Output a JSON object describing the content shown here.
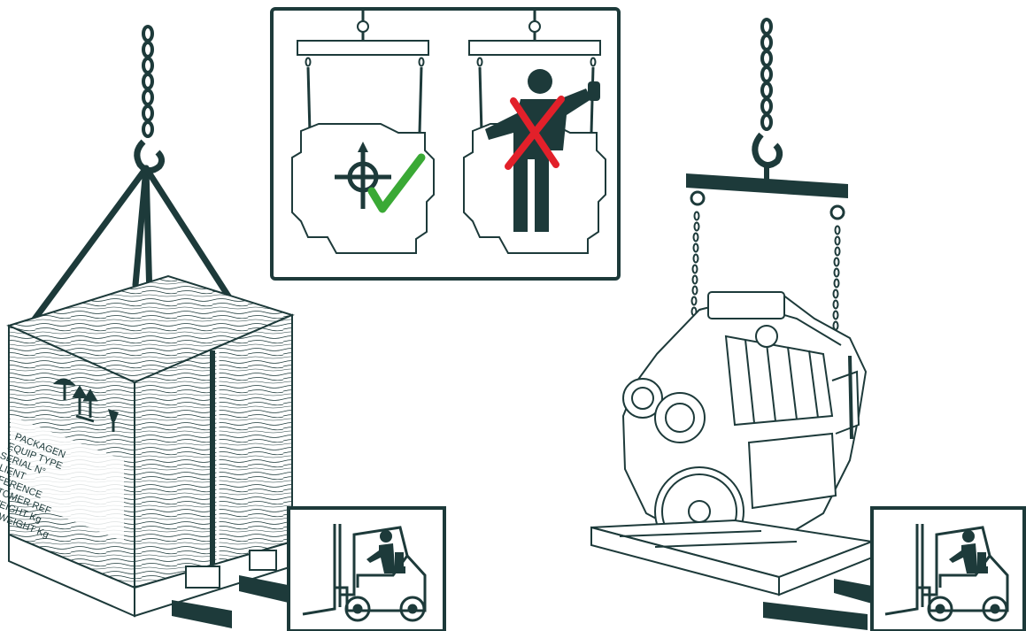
{
  "colors": {
    "ink": "#1d3a3a",
    "ok_green": "#3aa935",
    "no_red": "#e2202a",
    "background": "#ffffff"
  },
  "crate": {
    "labels": [
      "PACKAGEN",
      "EQUIP TYPE",
      "SERIAL N°",
      "CLIENT",
      "REFERENCE",
      "CUSTOMER REF",
      "NET WEIGHT Kg",
      "GROSS WEIGHT Kg"
    ],
    "handling_icons": [
      "umbrella-icon",
      "this-way-up-icon",
      "fragile-glass-icon"
    ]
  },
  "panels": {
    "correct_lift": {
      "icon": "center-of-gravity-icon",
      "status": "check-mark-icon"
    },
    "incorrect_lift": {
      "icon": "person-on-load-icon",
      "status": "cross-mark-icon"
    },
    "forklift_left": {
      "icon": "forklift-icon"
    },
    "forklift_right": {
      "icon": "forklift-icon"
    }
  }
}
